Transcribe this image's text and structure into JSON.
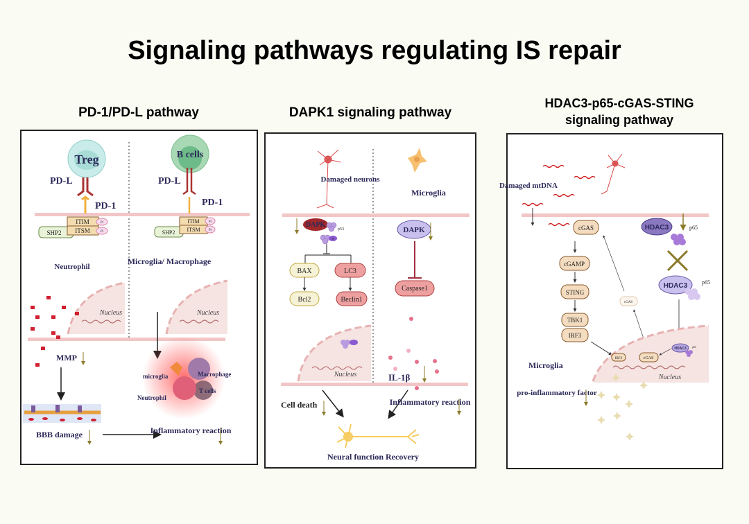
{
  "title": "Signaling pathways regulating IS repair",
  "colors": {
    "background": "#fafbf2",
    "label": "#2d2a5a",
    "membrane": "#f2c6c6",
    "decrease_arrow": "#8b7a2a",
    "node_fill": "#f3dcc0",
    "node_border": "#8b5a2b"
  },
  "panels": [
    {
      "heading": "PD-1/PD-L pathway",
      "left": {
        "cell": "Treg",
        "ligand": "PD-L",
        "receptor": "PD-1",
        "motifs": [
          "ITIM",
          "ITSM"
        ],
        "phospho": "Pi",
        "adaptor": "SHP2",
        "cell_type": "Neutrophil",
        "nucleus": "Nucleus",
        "mediator": "MMP",
        "outcome": "BBB damage"
      },
      "right": {
        "cell": "B cells",
        "ligand": "PD-L",
        "receptor": "PD-1",
        "motifs": [
          "ITIM",
          "ITSM"
        ],
        "phospho": "Pi",
        "adaptor": "SHP2",
        "cell_type": "Microglia/ Macrophage",
        "nucleus": "Nucleus",
        "immune_cells": [
          "microglia",
          "Macrophage",
          "Neutrophil",
          "T cells"
        ],
        "outcome": "Inflammatory reaction"
      }
    },
    {
      "heading": "DAPK1 signaling pathway",
      "left": {
        "cell": "Damaged neurons",
        "kinase": "DAPK",
        "p53": "p53",
        "phospho": "Pi",
        "nodes": [
          "BAX",
          "LC3",
          "Bcl2",
          "Beclin1"
        ],
        "nucleus": "Nucleus",
        "outcome": "Cell death"
      },
      "right": {
        "cell": "Microglia",
        "kinase": "DAPK",
        "target": "Caspase1",
        "cytokine": "IL-1β",
        "outcome": "Inflammatory reaction"
      },
      "result": "Neural function Recovery"
    },
    {
      "heading_line1": "HDAC3-p65-cGAS-STING",
      "heading_line2": "signaling pathway",
      "damaged": "Damaged mtDNA",
      "chain": [
        "cGAS",
        "cGAMP",
        "STING",
        "TBK1",
        "IRF3"
      ],
      "hdac": "HDAC3",
      "p65": "p65",
      "cgas_small": "cGAS",
      "irf3_small": "IRF3",
      "cell_type": "Microglia",
      "nucleus": "Nucleus",
      "factor": "pro-inflammatory factor"
    }
  ]
}
